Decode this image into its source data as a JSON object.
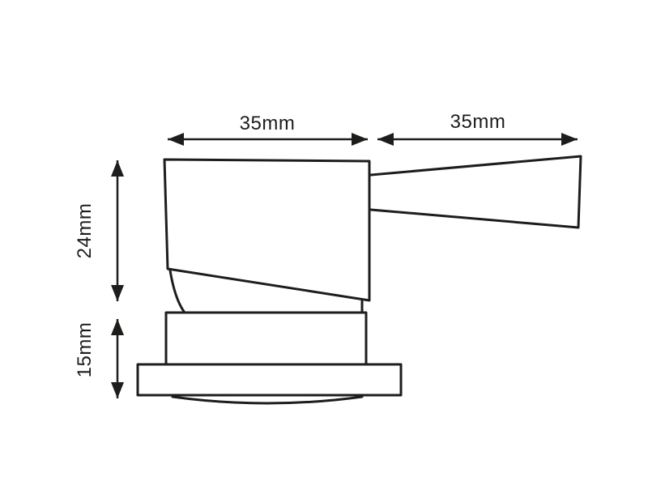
{
  "diagram": {
    "dimension_labels": {
      "top_left": "35mm",
      "top_right": "35mm",
      "side_upper": "24mm",
      "side_lower": "15mm"
    },
    "colors": {
      "line": "#1d1d1b",
      "background": "#ffffff"
    }
  }
}
